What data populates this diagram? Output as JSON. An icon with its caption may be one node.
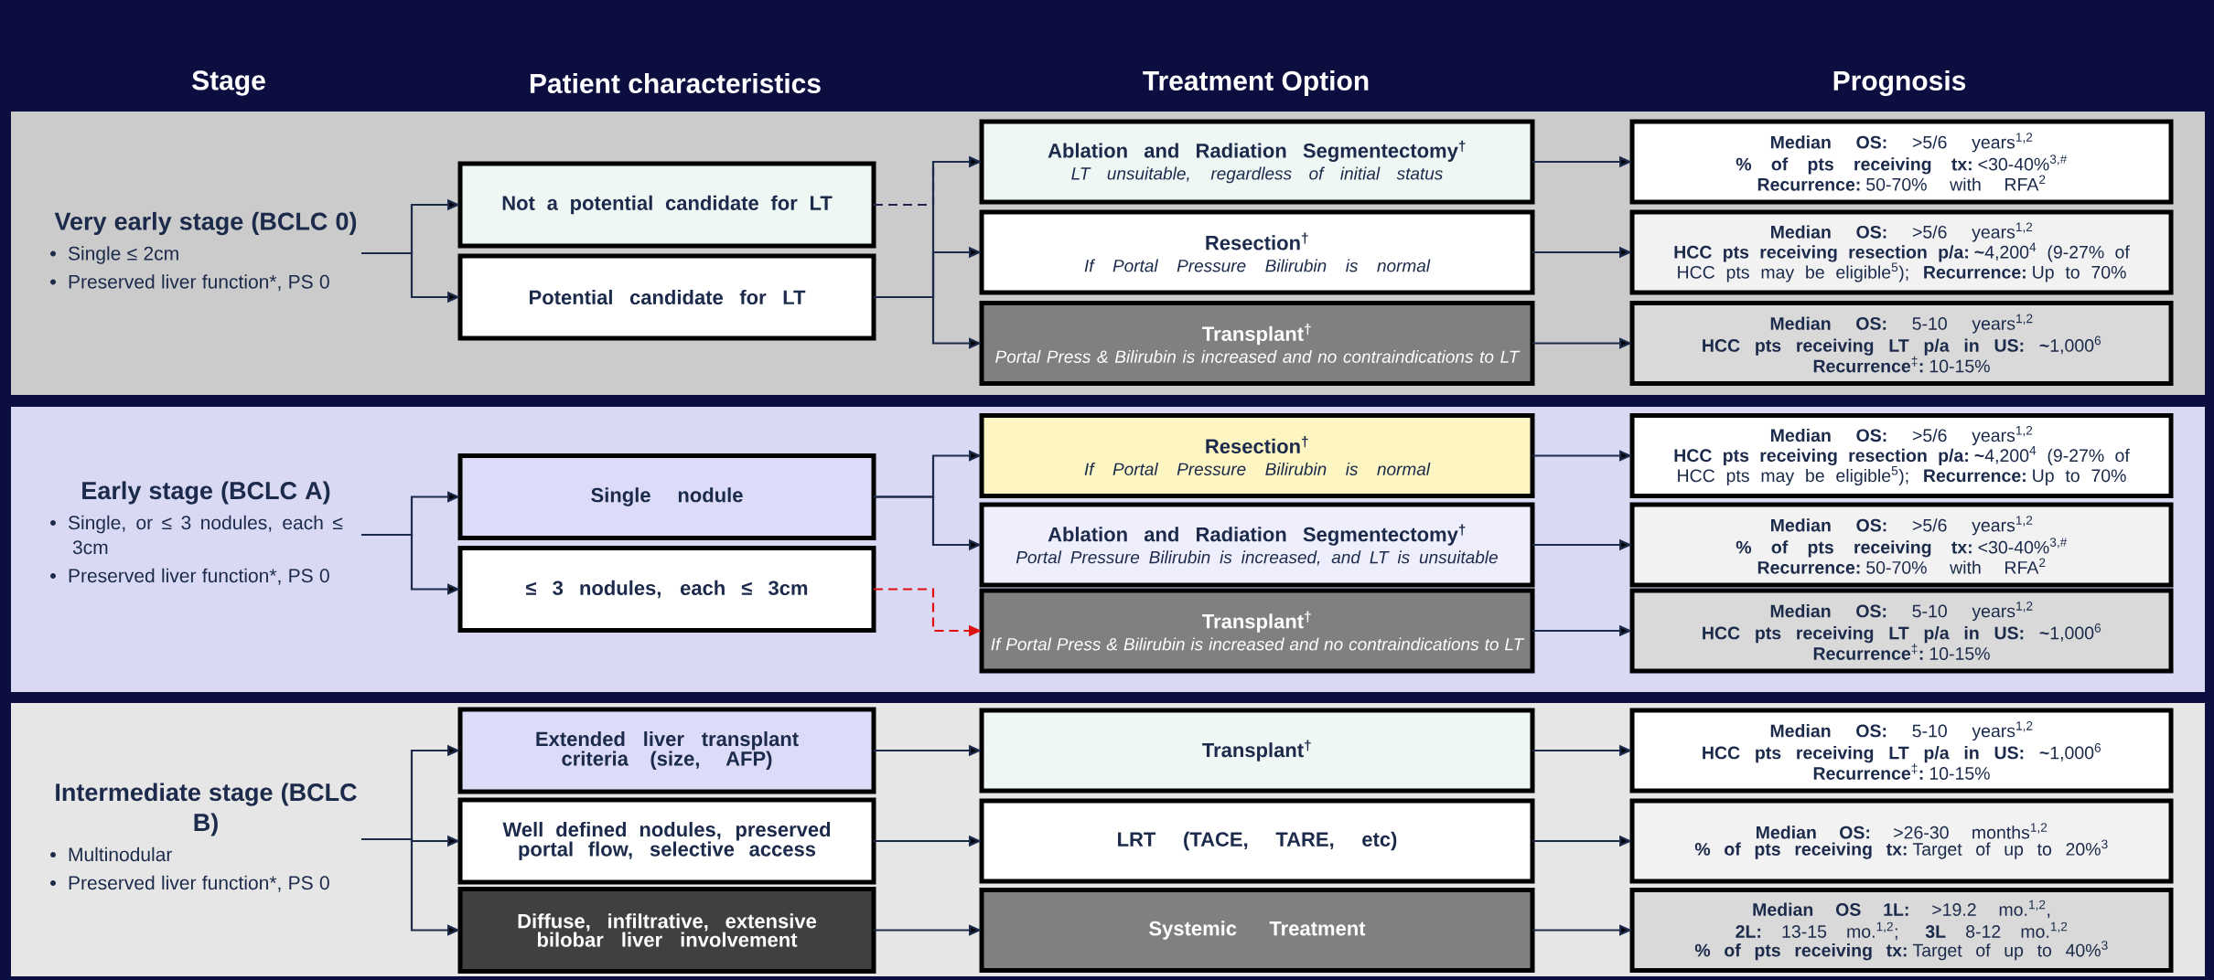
{
  "diagram": {
    "nodes": [
      {
        "text": [
          "Very early stage (BCLC 0)",
          "Single ≤ 2cm",
          "Preserved liver function*, PS 0"
        ]
      },
      {
        "text": [
          "Not a potential candidate for LT"
        ]
      },
      {
        "text": [
          "Potential candidate for LT"
        ]
      },
      {
        "text": [
          "Ablation and Radiation Segmentectomy$^{†}$",
          "LT unsuitable, regardless of initial status"
        ]
      },
      {
        "text": [
          "Resection$^{†}$",
          "If Portal Pressure Bilirubin is normal"
        ]
      },
      {
        "text": [
          "Transplant$^{†}$",
          "Portal Press & Bilirubin is increased and no contraindications to LT"
        ]
      },
      {
        "text": [
          "**Median OS:** >5/6 years$^{1,2}$",
          "**% of pts receiving tx:** <30-40%$^{3,#}$",
          "**Recurrence:** 50-70% with RFA$^{2}$"
        ]
      },
      {
        "text": [
          "**Median OS:** >5/6 years$^{1,2}$",
          "**HCC pts receiving resection p/a: ~**4,200$^{4}$ (9-27% of HCC pts may be eligible$^{5}$); **Recurrence:** Up to 70%"
        ]
      },
      {
        "text": [
          "**Median OS:** 5-10 years$^{1,2}$",
          "**HCC pts receiving LT p/a in US: ~**1,000$^{6}$",
          "**Recurrence**$^{‡}$**:** 10-15%"
        ]
      },
      {
        "text": [
          "Early stage (BCLC A)",
          "Single, or ≤ 3 nodules, each ≤ 3cm",
          "Preserved liver function*, PS 0"
        ]
      },
      {
        "text": [
          "Single nodule"
        ]
      },
      {
        "text": [
          "≤ 3 nodules, each ≤ 3cm"
        ]
      },
      {
        "text": [
          "Resection$^{†}$",
          "If Portal Pressure Bilirubin is normal"
        ]
      },
      {
        "text": [
          "Ablation and Radiation Segmentectomy$^{†}$",
          "Portal Pressure Bilirubin is increased, and LT is unsuitable"
        ]
      },
      {
        "text": [
          "Transplant$^{†}$",
          "If Portal Press & Bilirubin is increased and no contraindications to LT"
        ]
      },
      {
        "text": [
          "**Median OS:** >5/6 years$^{1,2}$",
          "**HCC pts receiving resection p/a: ~**4,200$^{4}$ (9-27% of HCC pts may be eligible$^{5}$); **Recurrence:** Up to 70%"
        ]
      },
      {
        "text": [
          "**Median OS:** >5/6 years$^{1,2}$",
          "**% of pts receiving tx:** <30-40%$^{3,#}$",
          "**Recurrence:** 50-70% with RFA$^{2}$"
        ]
      },
      {
        "text": [
          "**Median OS:** 5-10 years$^{1,2}$",
          "**HCC pts receiving LT p/a in US: ~**1,000$^{6}$",
          "**Recurrence**$^{‡}$**:** 10-15%"
        ]
      },
      {
        "text": [
          "Intermediate stage (BCLC B)",
          "Multinodular",
          "Preserved liver function*, PS 0"
        ]
      },
      {
        "text": [
          "Extended liver transplant criteria (size, AFP)"
        ]
      },
      {
        "text": [
          "Well defined nodules, preserved portal flow, selective access"
        ]
      },
      {
        "text": [
          "Diffuse, infiltrative, extensive bilobar liver involvement"
        ]
      },
      {
        "text": [
          "Transplant$^{†}$"
        ]
      },
      {
        "text": [
          "LRT (TACE, TARE, etc)"
        ]
      },
      {
        "text": [
          "Systemic Treatment"
        ]
      },
      {
        "text": [
          "**Median OS:** 5-10 years$^{1,2}$",
          "**HCC pts receiving LT p/a in US: ~**1,000$^{6}$",
          "**Recurrence**$^{‡}$**:** 10-15%"
        ]
      },
      {
        "text": [
          "**Median OS:** >26-30 months$^{1,2}$",
          "**% of pts receiving tx:** Target of up to 20%$^{3}$"
        ]
      },
      {
        "text": [
          "**Median OS 1L:** >19.2 mo.$^{1,2}$,",
          "**2L:** 13-15 mo.$^{1,2}$; **3L** 8-12 mo.$^{1,2}$",
          "**% of pts receiving tx:** Target of up to 40%$^{3}$"
        ]
      }
    ],
    "edges": [
      {
        "from": 0,
        "to": 1,
        "arrow": "to"
      },
      {
        "from": 0,
        "to": 2,
        "arrow": "to"
      },
      {
        "from": 1,
        "to": 3,
        "arrow": "to",
        "style": "dashed"
      },
      {
        "from": 2,
        "to": 3,
        "arrow": "to"
      },
      {
        "from": 2,
        "to": 4,
        "arrow": "to"
      },
      {
        "from": 2,
        "to": 5,
        "arrow": "to"
      },
      {
        "from": 3,
        "to": 6,
        "arrow": "to"
      },
      {
        "from": 4,
        "to": 7,
        "arrow": "to"
      },
      {
        "from": 5,
        "to": 8,
        "arrow": "to"
      },
      {
        "from": 9,
        "to": 10,
        "arrow": "to"
      },
      {
        "from": 9,
        "to": 11,
        "arrow": "to"
      },
      {
        "from": 10,
        "to": 12,
        "arrow": "to"
      },
      {
        "from": 10,
        "to": 13,
        "arrow": "to"
      },
      {
        "from": 11,
        "to": 14,
        "arrow": "to",
        "style": "dashed",
        "color": "#e01010"
      },
      {
        "from": 12,
        "to": 15,
        "arrow": "to"
      },
      {
        "from": 13,
        "to": 16,
        "arrow": "to"
      },
      {
        "from": 14,
        "to": 17,
        "arrow": "to"
      },
      {
        "from": 18,
        "to": 19,
        "arrow": "to"
      },
      {
        "from": 18,
        "to": 20,
        "arrow": "to"
      },
      {
        "from": 18,
        "to": 21,
        "arrow": "to"
      },
      {
        "from": 19,
        "to": 22,
        "arrow": "to"
      },
      {
        "from": 20,
        "to": 23,
        "arrow": "to"
      },
      {
        "from": 21,
        "to": 24,
        "arrow": "to"
      },
      {
        "from": 22,
        "to": 25,
        "arrow": "to"
      },
      {
        "from": 23,
        "to": 26,
        "arrow": "to"
      },
      {
        "from": 24,
        "to": 27,
        "arrow": "to"
      }
    ],
    "labels": [
      "Stage",
      "Patient characteristics",
      "Treatment Option",
      "Prognosis"
    ]
  }
}
